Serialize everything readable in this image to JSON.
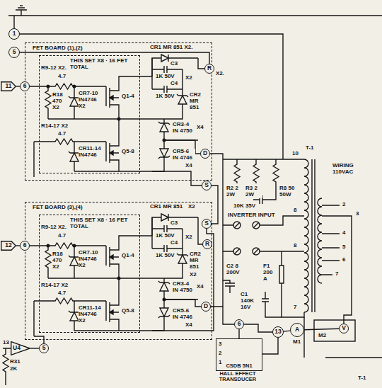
{
  "diagram": {
    "nodes": [
      {
        "text": [
          "FET BOARD (1),(2)"
        ]
      },
      {
        "text": [
          "THIS SET X8 · 16 FET TOTAL"
        ],
        "in": 0
      },
      {
        "text": [
          "1"
        ]
      },
      {
        "text": [
          "5"
        ]
      },
      {
        "text": [
          "11"
        ]
      },
      {
        "text": [
          "6"
        ]
      },
      {
        "text": [
          "R"
        ]
      },
      {
        "text": [
          "D"
        ]
      },
      {
        "text": [
          "S"
        ]
      },
      {
        "text": [
          "FET BOARD (3),(4)"
        ]
      },
      {
        "text": [
          "THIS SET X8 · 16 FET TOTAL"
        ],
        "in": 9
      },
      {
        "text": [
          "S"
        ]
      },
      {
        "text": [
          "R"
        ]
      },
      {
        "text": [
          "D"
        ]
      },
      {
        "text": [
          "12"
        ]
      },
      {
        "text": [
          "6"
        ]
      },
      {
        "text": [
          "5"
        ]
      },
      {
        "text": [
          "6"
        ]
      },
      {
        "text": [
          "13"
        ]
      },
      {
        "text": [
          "A"
        ]
      },
      {
        "text": [
          "V"
        ]
      },
      {
        "text": [
          "U4"
        ]
      },
      {
        "text": [
          "CSDB 5N1",
          "HALL EFFECT TRANSDUCER"
        ]
      }
    ],
    "edges": [
      {
        "from": 4,
        "to": 5,
        "arrow": "none"
      },
      {
        "from": 14,
        "to": 15,
        "arrow": "none"
      },
      {
        "from": 8,
        "to": 11,
        "arrow": "none"
      },
      {
        "from": 7,
        "to": 13,
        "arrow": "none"
      },
      {
        "from": 17,
        "to": 18,
        "arrow": "none"
      },
      {
        "from": 18,
        "to": 19,
        "arrow": "none"
      },
      {
        "from": 19,
        "to": 20,
        "arrow": "none"
      },
      {
        "from": 21,
        "to": 16,
        "arrow": "none"
      }
    ],
    "labels": [
      "CR1 MR 851 X2.",
      "C3",
      "1K 50V",
      "C4",
      "1K 50V",
      "X2",
      "CR2 MR 851",
      "X2.",
      "R9-12 X2.",
      "4.7",
      "R18",
      "470",
      "X2",
      "CR7-10 IN4746 X2",
      "Q1-4",
      "Q5-8",
      "R14-17 X2",
      "4.7",
      "CR11-14 IN4746",
      "CR3-4 IN 4750",
      "X4",
      "CR5-6 IN 4746",
      "X4",
      "CR1 MR 851",
      "X2",
      "C3",
      "1K 50V",
      "C4",
      "1K 50V",
      "X2",
      "CR2 MR 851",
      "X2",
      "R9-12 X2.",
      "4.7",
      "R18",
      "470",
      "X2",
      "CR7-10 IN4746 X2",
      "Q1-4",
      "Q5-8",
      "R14-17 X2",
      "4.7",
      "CR11-14 IN4746 X2",
      "CR3-4 IN 4750",
      "X4",
      "CR5-6 IN 4746",
      "X4",
      "R2 2 2W",
      "R3 2 2W",
      "R8 50 50W",
      "10K 35V",
      "INVERTER INPUT",
      "F1 200 A",
      "C2 8 200V",
      "C1 140K 16V",
      "T-1",
      "10",
      "8",
      "8",
      "7",
      "WIRING 110VAC",
      "2",
      "3",
      "4",
      "5",
      "6",
      "7",
      "M1",
      "M2",
      "13",
      "R31",
      "2K",
      "3",
      "2",
      "1",
      "T-1"
    ]
  }
}
